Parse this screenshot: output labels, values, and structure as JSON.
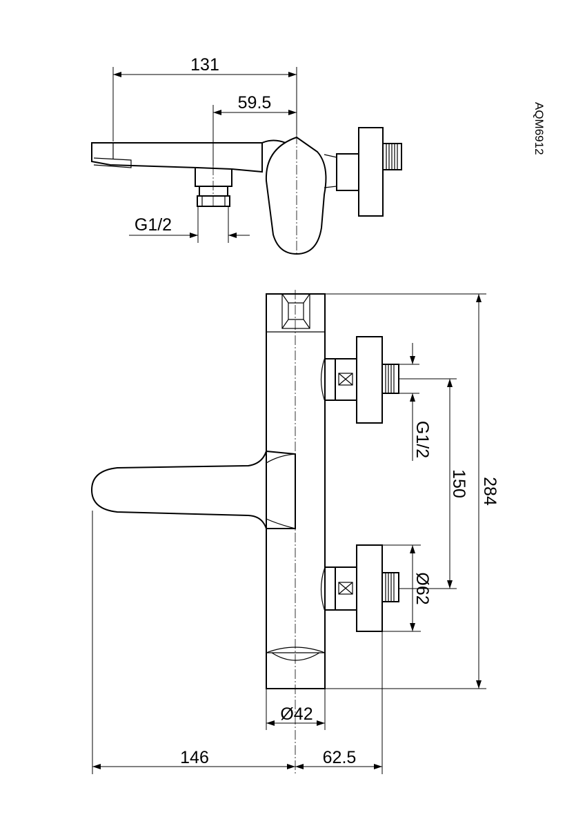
{
  "drawing": {
    "code": "AQM6912",
    "top_view": {
      "depth_overall": "131",
      "outlet_offset": "59.5",
      "outlet_thread": "G1/2"
    },
    "front_view": {
      "inlet_thread": "G1/2",
      "inlet_centers": "150",
      "height_overall": "284",
      "flange_diameter": "Ø62",
      "body_diameter": "Ø42",
      "spout_length": "146",
      "wall_offset": "62.5"
    }
  }
}
